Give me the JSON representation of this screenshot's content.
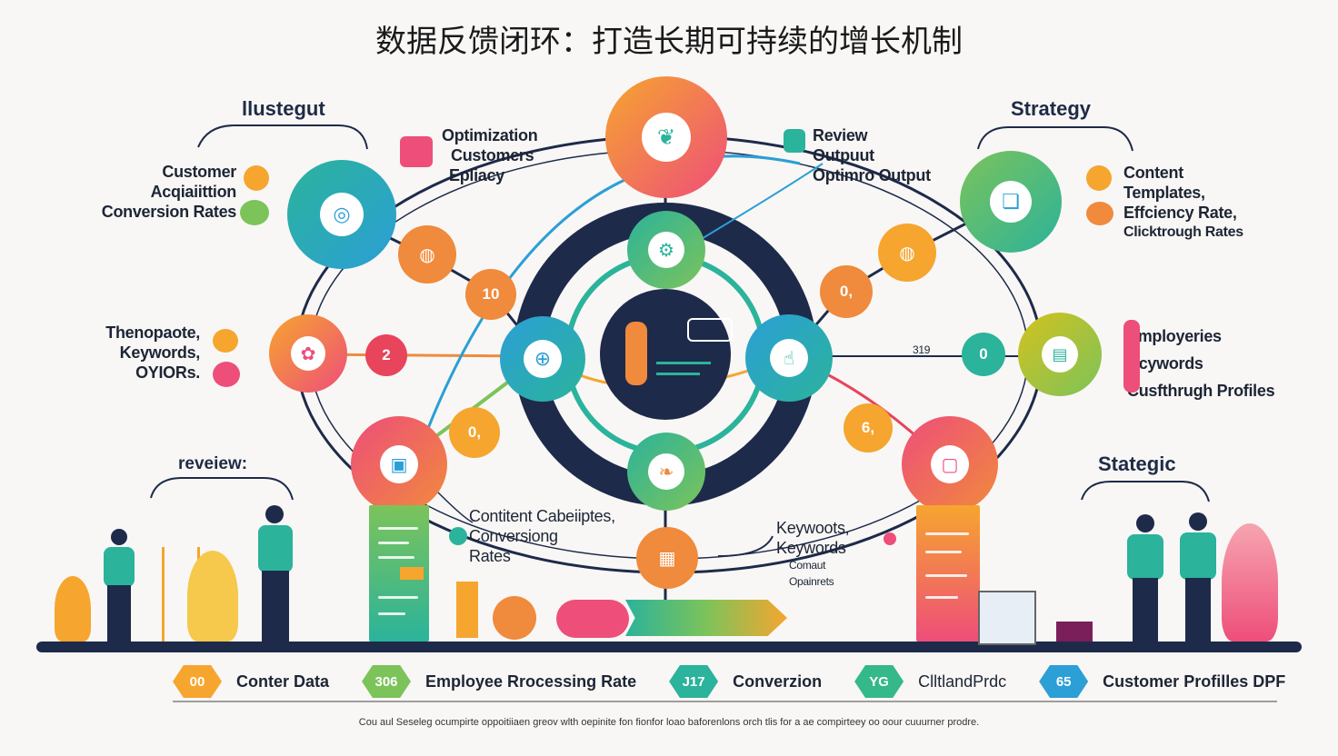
{
  "title": "数据反馈闭环：打造长期可持续的增长机制",
  "headers": {
    "top_left": "llustegut",
    "top_right": "Strategy",
    "bottom_left": "reveiew:",
    "bottom_right": "Stategic"
  },
  "labels": {
    "left_top": [
      "Customer",
      "Acqiaiittion",
      "Conversion Rates"
    ],
    "left_mid": [
      "Thenopaote,",
      "Keywords,",
      "OYIORs."
    ],
    "center_top_left": [
      "Optimization",
      "Customers",
      "Epliacy"
    ],
    "center_top_right": [
      "Review",
      "Outpuut",
      "Optimro Output"
    ],
    "right_top": [
      "Content",
      "Templates,",
      "Effciency Rate,",
      "Clicktrough Rates"
    ],
    "right_mid": [
      "Employeries",
      "Kcywords",
      "Cusfthrugh Profiles"
    ],
    "bottom_center_left": [
      "Contitent Cabeiiptes,",
      "Conversiong",
      "Rates"
    ],
    "bottom_center_right": [
      "Keywoots,",
      "Keywords"
    ],
    "bottom_center_right_small": [
      "Comaut",
      "Opainrets"
    ],
    "midline_value": "319"
  },
  "node_numbers": {
    "n10": "10",
    "n2": "2",
    "n0a": "0,",
    "n0b": "0,",
    "n6": "6,",
    "n0c": "0"
  },
  "legend": [
    {
      "code": "00",
      "label": "Conter Data",
      "color": "#f6a52f"
    },
    {
      "code": "306",
      "label": "Employee Rrocessing Rate",
      "color": "#7cc35a"
    },
    {
      "code": "J17",
      "label": "Converzion",
      "color": "#2bb39b"
    },
    {
      "code": "YG",
      "label": "ClltlandPrdc",
      "color": "#35b88a"
    },
    {
      "code": "65",
      "label": "Customer Profilles DPF",
      "color": "#2b9fd6"
    }
  ],
  "footer": "Cou aul Seseleg ocumpirte oppoitiiaen greov wlth oepinite fon fionfor loao baforenlons orch tlis for a ae compirteey oo oour cuuurner prodre."
}
